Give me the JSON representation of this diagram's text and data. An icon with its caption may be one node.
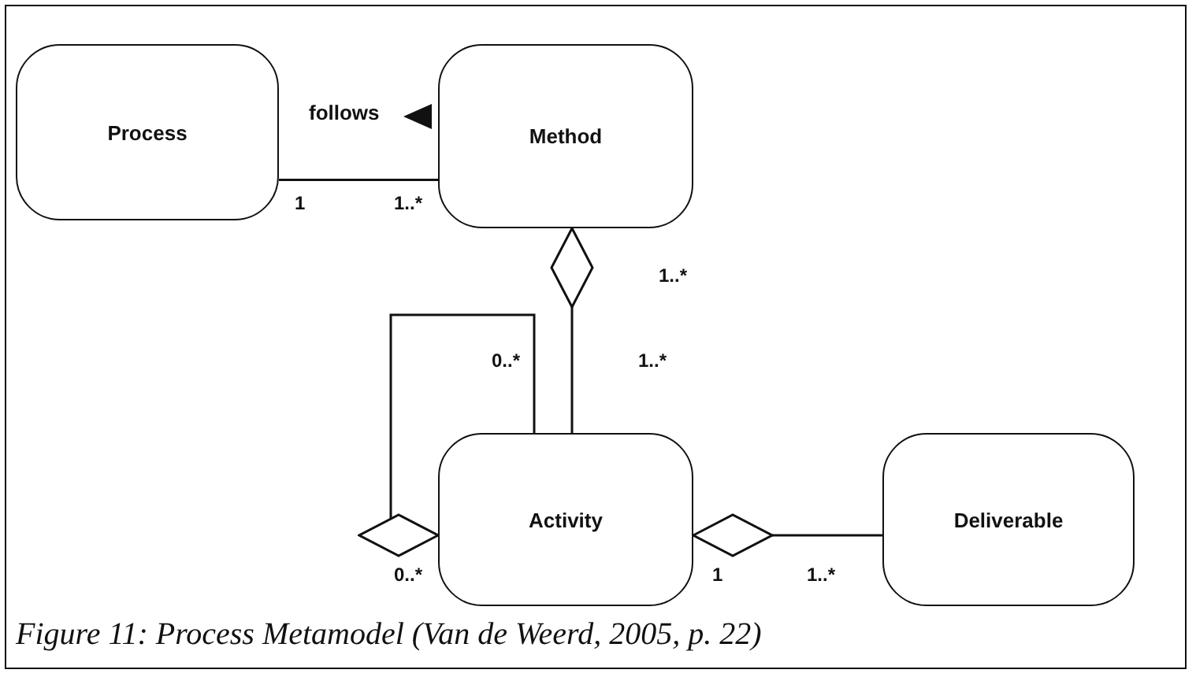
{
  "diagram": {
    "caption": "Figure 11: Process Metamodel (Van de Weerd, 2005, p. 22)",
    "nodes": [
      {
        "text": [
          "Process"
        ]
      },
      {
        "text": [
          "Method"
        ]
      },
      {
        "text": [
          "Activity"
        ]
      },
      {
        "text": [
          "Deliverable"
        ]
      }
    ],
    "edges": [
      {
        "from": 0,
        "to": 1,
        "arrow": "none",
        "label": "follows"
      },
      {
        "from": 1,
        "to": 2,
        "arrow": "other"
      },
      {
        "from": 2,
        "to": 2,
        "arrow": "other"
      },
      {
        "from": 2,
        "to": 3,
        "arrow": "other"
      }
    ],
    "labels": [
      "1",
      "1..*",
      "1..*",
      "0..*",
      "1..*",
      "0..*",
      "1",
      "1..*"
    ]
  }
}
